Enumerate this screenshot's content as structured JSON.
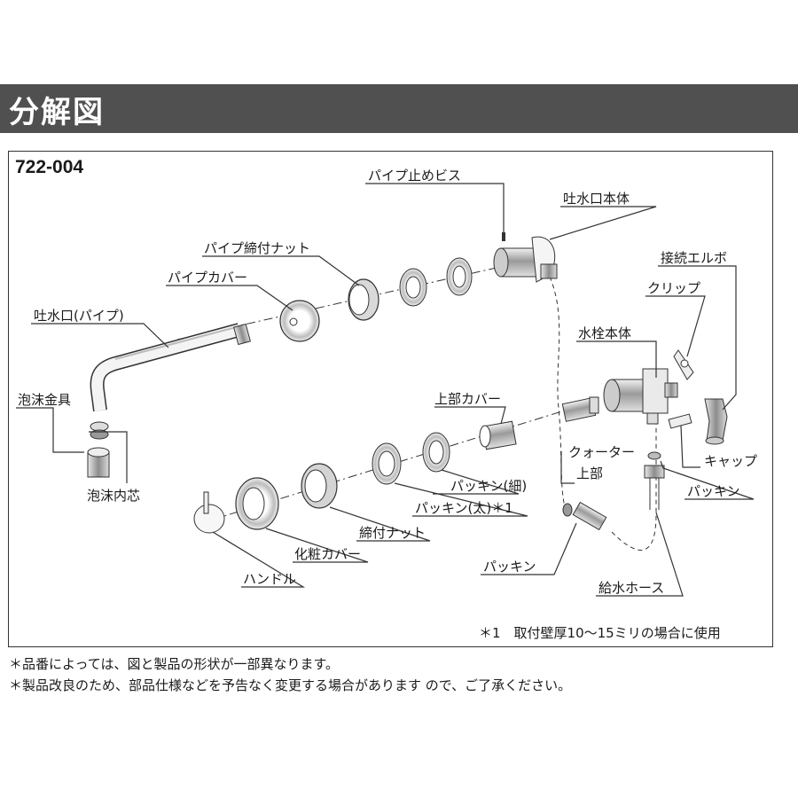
{
  "header": {
    "title": "分解図"
  },
  "diagram": {
    "model_number": "722-004",
    "labels": {
      "pipe_stop_screw": "パイプ止めビス",
      "spout_body": "吐水口本体",
      "pipe_nut": "パイプ締付ナット",
      "pipe_cover": "パイプカバー",
      "spout_pipe": "吐水口(パイプ)",
      "aerator": "泡沫金具",
      "aerator_core": "泡沫内芯",
      "connection_elbow": "接続エルボ",
      "clip": "クリップ",
      "faucet_body": "水栓本体",
      "upper_cover": "上部カバー",
      "quarter_top_1": "クォーター",
      "quarter_top_2": "上部",
      "cap": "キャップ",
      "packing_thin": "パッキン(細)",
      "packing_thick": "パッキン(太)＊1",
      "packing_right": "パッキン",
      "tightening_nut": "締付ナット",
      "decor_cover": "化粧カバー",
      "handle": "ハンドル",
      "packing_bottom": "パッキン",
      "supply_hose": "給水ホース"
    },
    "footnote": "＊1　取付壁厚10～15ミリの場合に使用"
  },
  "notes": [
    "＊品番によっては、図と製品の形状が一部異なります。",
    "＊製品改良のため、部品仕様などを予告なく変更する場合があります ので、ご了承ください。"
  ]
}
